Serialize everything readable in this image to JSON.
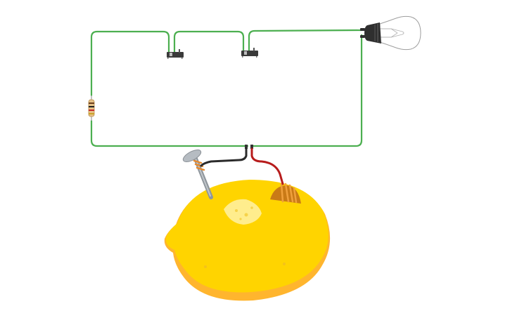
{
  "scene": {
    "components": [
      {
        "id": "resistor",
        "kind": "resistor",
        "icon": "resistor-icon"
      },
      {
        "id": "switch-1",
        "kind": "switch",
        "icon": "switch-icon",
        "state": "open"
      },
      {
        "id": "switch-2",
        "kind": "switch",
        "icon": "switch-icon",
        "state": "open"
      },
      {
        "id": "bulb",
        "kind": "light bulb",
        "icon": "light-bulb-icon",
        "state": "off"
      },
      {
        "id": "lemon",
        "kind": "lemon battery",
        "icon": "lemon-icon"
      },
      {
        "id": "nail-electrode",
        "kind": "nail electrode",
        "icon": "nail-icon"
      },
      {
        "id": "copper-electrode",
        "kind": "copper electrode",
        "icon": "copper-coil-icon"
      }
    ],
    "colors": {
      "circuit_wire": "#4caf50",
      "negative_lead": "#2b2b2b",
      "positive_lead": "#b71c1c",
      "lemon": "#ffd400",
      "lemon_shadow": "#ffb300",
      "copper": "#e8892b",
      "nail": "#9aa0a6"
    }
  }
}
